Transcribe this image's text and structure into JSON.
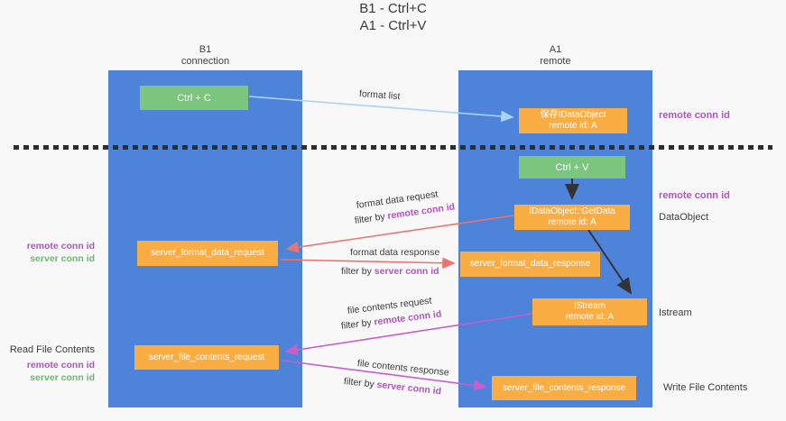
{
  "title": {
    "line1": "B1 - Ctrl+C",
    "line2": "A1 - Ctrl+V"
  },
  "lanes": {
    "left": {
      "name": "B1",
      "subtitle": "connection"
    },
    "right": {
      "name": "A1",
      "subtitle": "remote"
    }
  },
  "boxes": {
    "ctrl_c": {
      "label": "Ctrl + C"
    },
    "ctrl_v": {
      "label": "Ctrl + V"
    },
    "save_dataobject": {
      "line1": "保存IDataObject",
      "line2": "remote id: A"
    },
    "getdata": {
      "line1": "IDataObject::GetData",
      "line2": "remote id: A"
    },
    "istream": {
      "line1": "IStream",
      "line2": "remote id: A"
    },
    "server_format_data_request": {
      "label": "server_format_data_request"
    },
    "server_format_data_response": {
      "label": "server_format_data_response"
    },
    "server_file_contents_request": {
      "label": "server_file_contents_request"
    },
    "server_file_contents_response": {
      "label": "server_file_contents_response"
    }
  },
  "arrows": {
    "format_list": {
      "label": "format list"
    },
    "format_data_request": {
      "label": "format data request",
      "filter_prefix": "filter by ",
      "filter_key": "remote conn id"
    },
    "format_data_response": {
      "label": "format data response",
      "filter_prefix": "filter by ",
      "filter_key": "server conn id"
    },
    "file_contents_request": {
      "label": "file contents request",
      "filter_prefix": "filter by ",
      "filter_key": "remote conn id"
    },
    "file_contents_response": {
      "label": "file contents response",
      "filter_prefix": "filter by ",
      "filter_key": "server conn id"
    }
  },
  "annotations": {
    "right_top_remote_conn_id": "remote conn id",
    "right_mid_remote_conn_id": "remote conn id",
    "dataobject": "DataObject",
    "istream": "Istream",
    "write_file_contents": "Write File Contents",
    "left_remote_conn_id": "remote conn id",
    "left_server_conn_id": "server conn id",
    "read_file_contents": "Read File Contents",
    "left2_remote_conn_id": "remote conn id",
    "left2_server_conn_id": "server conn id"
  },
  "colors": {
    "lane_blue": "#4d83d9",
    "box_green": "#7cc57e",
    "box_orange": "#f9ad42",
    "arrow_light_blue": "#a9d5f2",
    "arrow_black": "#333333",
    "arrow_red": "#e97472",
    "arrow_magenta": "#c560ca",
    "label_magenta": "#b153c1",
    "label_green": "#67bd6a",
    "background": "#f8f8f8"
  }
}
